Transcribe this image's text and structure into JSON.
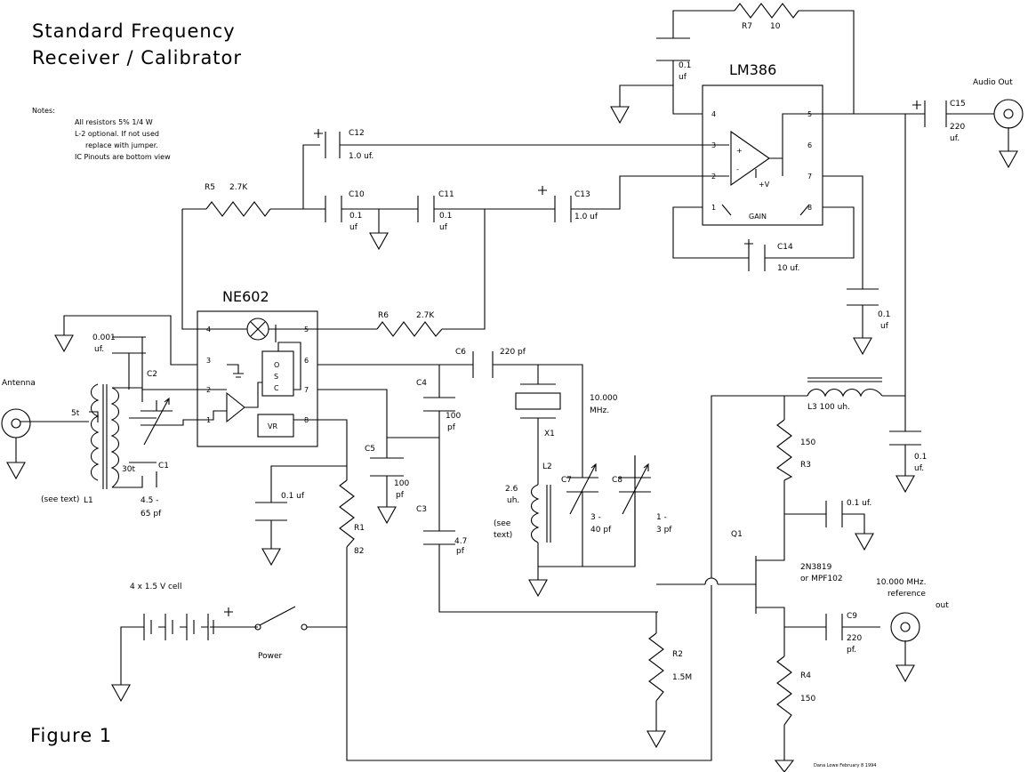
{
  "title": {
    "line1": "Standard Frequency",
    "line2": "Receiver / Calibrator"
  },
  "figure_label": "Figure 1",
  "signature": "Dana Lowe February 8 1994",
  "notes": {
    "heading": "Notes:",
    "lines": [
      "All resistors 5% 1/4 W",
      "L-2 optional. If not used",
      "replace with jumper.",
      "IC Pinouts are bottom view"
    ]
  },
  "ics": {
    "ne602": {
      "name": "NE602",
      "pins": [
        "4",
        "5",
        "3",
        "6",
        "2",
        "7",
        "1",
        "8"
      ],
      "osc": [
        "O",
        "S",
        "C"
      ],
      "vr": "VR"
    },
    "lm386": {
      "name": "LM386",
      "pins": [
        "4",
        "5",
        "3",
        "6",
        "2",
        "7",
        "1",
        "8"
      ],
      "plus": "+",
      "minus": "-",
      "vplus": "+V",
      "gain": "GAIN"
    }
  },
  "components": {
    "r1": [
      "R1",
      "82"
    ],
    "r2": [
      "R2",
      "1.5M"
    ],
    "r3": [
      "150",
      "R3"
    ],
    "r4": [
      "R4",
      "150"
    ],
    "r5": [
      "R5",
      "2.7K"
    ],
    "r6": [
      "R6",
      "2.7K"
    ],
    "r7": [
      "R7",
      "10"
    ],
    "c1": "C1",
    "c1_range": [
      "4.5 -",
      "65 pf"
    ],
    "c2": "C2",
    "c2_val": [
      "0.001",
      "uf."
    ],
    "c3": [
      "C3",
      "4.7",
      "pf"
    ],
    "c4": [
      "C4",
      "100",
      "pf"
    ],
    "c5": [
      "C5",
      "100",
      "pf"
    ],
    "c5_bypass": "0.1   uf",
    "c6": [
      "C6",
      "220 pf"
    ],
    "c7": "C7",
    "c7_range": [
      "3 -",
      "40 pf"
    ],
    "c8": "C8",
    "c8_range": [
      "1 -",
      "3 pf"
    ],
    "c9": [
      "C9",
      "220",
      "pf."
    ],
    "c10": [
      "C10",
      "0.1",
      "uf"
    ],
    "c11": [
      "C11",
      "0.1",
      "uf"
    ],
    "c12": [
      "C12",
      "1.0 uf."
    ],
    "c13": [
      "C13",
      "1.0 uf"
    ],
    "c14": [
      "C14",
      "10 uf."
    ],
    "c15": [
      "C15",
      "220",
      "uf."
    ],
    "c_top": [
      "0.1",
      "uf"
    ],
    "c_right": [
      "0.1",
      "uf"
    ],
    "c_l3": [
      "0.1",
      "uf."
    ],
    "c_q1": "0.1    uf.",
    "l1": "L1",
    "l1_turns": [
      "5t",
      "30t"
    ],
    "l1_note": "(see text)",
    "l2": [
      "L2",
      "2.6",
      "uh."
    ],
    "l2_note": [
      "(see",
      "text)"
    ],
    "l3": "L3   100 uh.",
    "x1": "X1",
    "x1_freq": [
      "10.000",
      "MHz."
    ],
    "q1": "Q1",
    "q1_type": [
      "2N3819",
      "or MPF102"
    ],
    "battery": "4 x 1.5 V cell",
    "switch": "Power",
    "antenna": "Antenna",
    "audio_out": "Audio Out",
    "ref_out": [
      "10.000 MHz.",
      "reference",
      "out"
    ]
  }
}
